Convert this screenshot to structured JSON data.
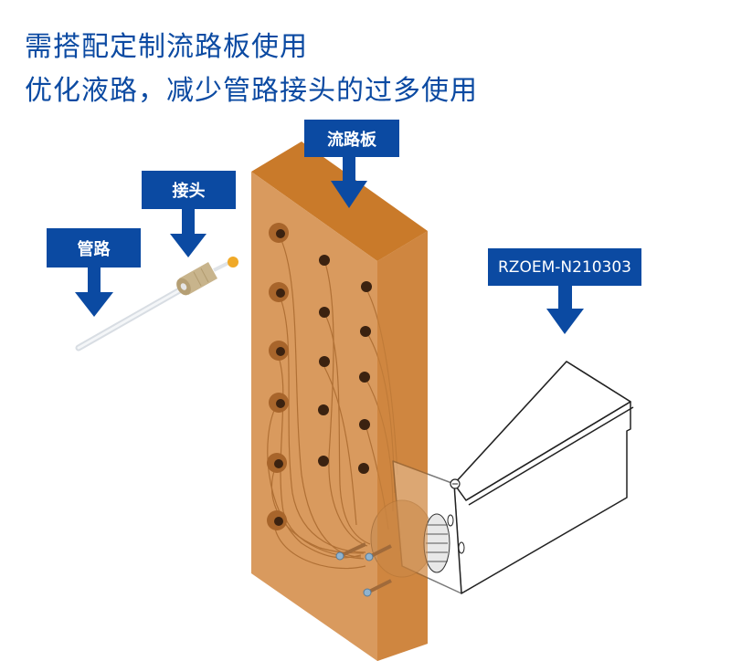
{
  "headline": {
    "line1": "需搭配定制流路板使用",
    "line2": "优化液路，减少管路接头的过多使用"
  },
  "callouts": {
    "tubing": "管路",
    "fitting": "接头",
    "manifold": "流路板",
    "valve_model": "RZOEM-N210303"
  },
  "colors": {
    "brand_blue": "#0b4aa2",
    "board_front": "#d99a5e",
    "board_top": "#c97a2a",
    "board_side": "#cf8640"
  }
}
